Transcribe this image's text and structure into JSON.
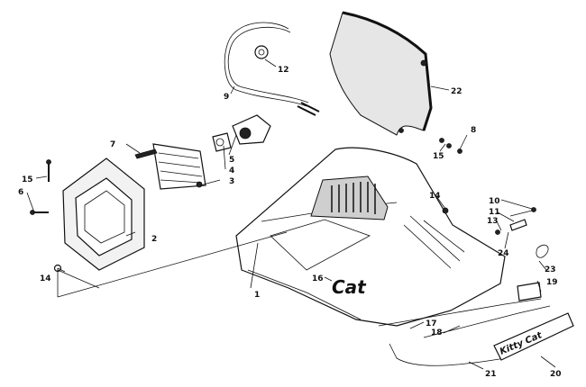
{
  "callouts": [
    {
      "id": "c1",
      "label": "1"
    },
    {
      "id": "c2",
      "label": "2"
    },
    {
      "id": "c3",
      "label": "3"
    },
    {
      "id": "c4",
      "label": "4"
    },
    {
      "id": "c5",
      "label": "5"
    },
    {
      "id": "c6",
      "label": "6"
    },
    {
      "id": "c7",
      "label": "7"
    },
    {
      "id": "c8",
      "label": "8"
    },
    {
      "id": "c9",
      "label": "9"
    },
    {
      "id": "c10",
      "label": "10"
    },
    {
      "id": "c11",
      "label": "11"
    },
    {
      "id": "c12",
      "label": "12"
    },
    {
      "id": "c13",
      "label": "13"
    },
    {
      "id": "c14a",
      "label": "14"
    },
    {
      "id": "c14b",
      "label": "14"
    },
    {
      "id": "c15a",
      "label": "15"
    },
    {
      "id": "c15b",
      "label": "15"
    },
    {
      "id": "c16",
      "label": "16"
    },
    {
      "id": "c17",
      "label": "17"
    },
    {
      "id": "c18",
      "label": "18"
    },
    {
      "id": "c19",
      "label": "19"
    },
    {
      "id": "c20",
      "label": "20"
    },
    {
      "id": "c21",
      "label": "21"
    },
    {
      "id": "c22",
      "label": "22"
    },
    {
      "id": "c23",
      "label": "23"
    },
    {
      "id": "c24",
      "label": "24"
    }
  ],
  "decals": {
    "hood_logo": "Cat",
    "side_decal": "Kitty Cat"
  }
}
